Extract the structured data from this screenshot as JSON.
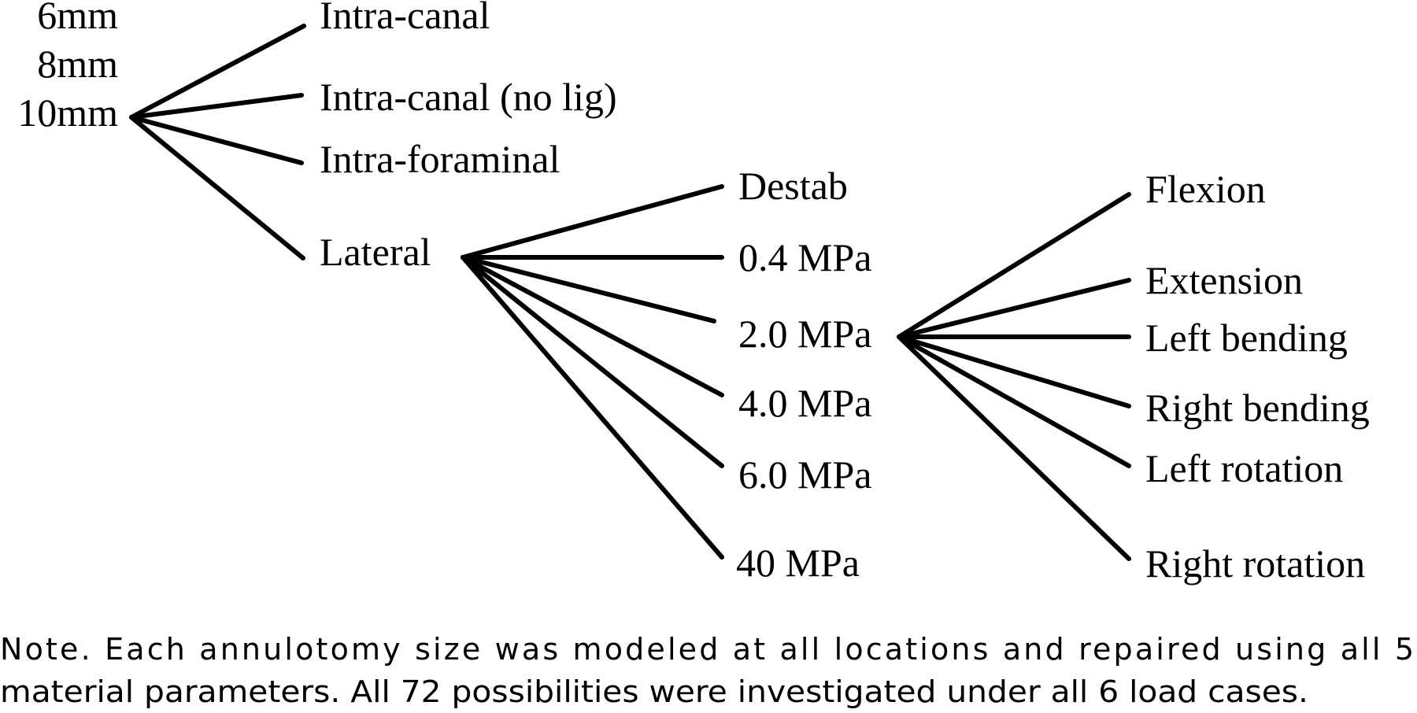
{
  "sizes": [
    "6mm",
    "8mm",
    "10mm"
  ],
  "locations": [
    "Intra-canal",
    "Intra-canal (no lig)",
    "Intra-foraminal",
    "Lateral"
  ],
  "materials": [
    "Destab",
    "0.4 MPa",
    "2.0 MPa",
    "4.0 MPa",
    "6.0 MPa",
    "40 MPa"
  ],
  "loads": [
    "Flexion",
    "Extension",
    "Left bending",
    "Right bending",
    "Left rotation",
    "Right rotation"
  ],
  "note": {
    "line1": "Note. Each annulotomy size was modeled at all locations and repaired using all 5",
    "line2": "material parameters. All 72 possibilities were investigated under all 6 load cases."
  }
}
